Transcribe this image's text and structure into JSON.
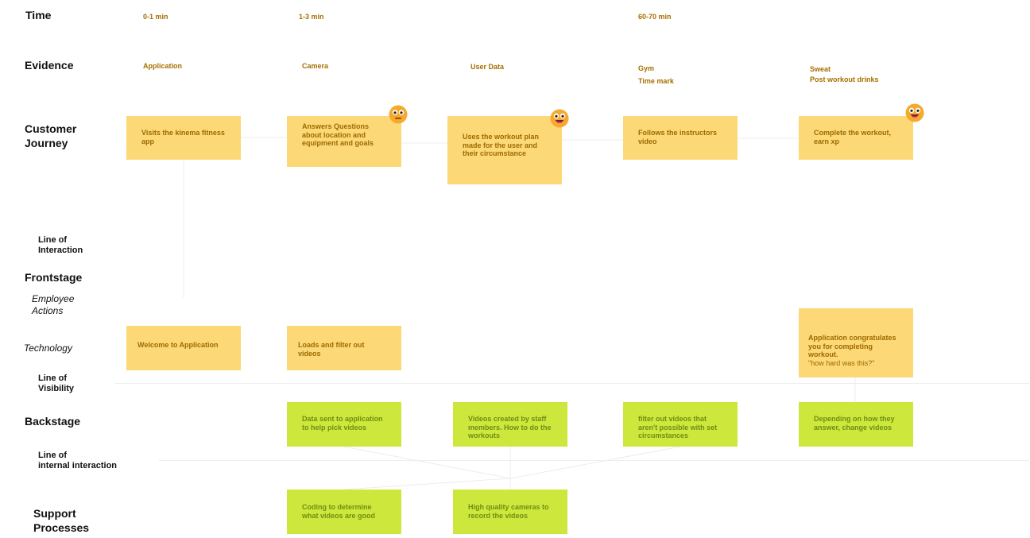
{
  "rows": {
    "time": "Time",
    "evidence": "Evidence",
    "journey": [
      "Customer",
      "Journey"
    ],
    "interaction": [
      "Line of",
      "Interaction"
    ],
    "frontstage": "Frontstage",
    "employee": [
      "Employee",
      "Actions"
    ],
    "technology": "Technology",
    "visibility": [
      "Line of",
      "Visibility"
    ],
    "backstage": "Backstage",
    "internal": [
      "Line of",
      "internal interaction"
    ],
    "support": [
      "Support",
      "Processes"
    ]
  },
  "time": [
    "0-1 min",
    "1-3 min",
    "60-70 min"
  ],
  "evidence": [
    "Application",
    "Camera",
    "User Data",
    [
      "Gym",
      "Time mark"
    ],
    [
      "Sweat",
      "Post workout drinks"
    ]
  ],
  "journey": [
    "Visits the kinema fitness app",
    "Answers Questions about location and equipment and goals",
    "Uses the workout plan made for the user and their circumstance",
    "Follows the instructors video",
    "Complete the workout, earn xp"
  ],
  "technology": [
    "Welcome to Application",
    "Loads and filter out videos",
    [
      "Application congratulates you for completing workout.",
      "\"how hard was this?\""
    ]
  ],
  "backstage": [
    "Data sent to application to help pick videos",
    "Videos created by staff members. How to do the workouts",
    "filter out videos that aren't possible with set circumstances",
    "Depending on how they answer, change videos"
  ],
  "support": [
    "Coding to determine what videos are good",
    "High quality cameras to record the videos"
  ],
  "emojis": [
    "neutral-face-icon",
    "grinning-face-icon",
    "grinning-face-icon"
  ],
  "colors": {
    "yellow_note": "#fdd876",
    "green_note": "#cde73c",
    "yellow_text": "#9c6a00",
    "green_text": "#6e8f12",
    "emoji_face": "#f7a92c"
  }
}
